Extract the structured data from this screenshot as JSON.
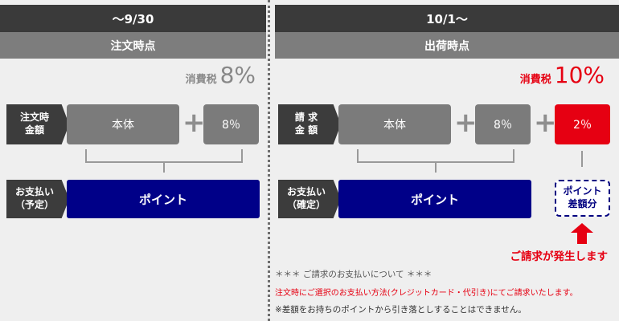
{
  "left": {
    "period": "～9/30",
    "basis": "注文時点",
    "tax_label": "消費税",
    "tax_rate": "8%",
    "amount_label_1": "注文時",
    "amount_label_2": "金額",
    "body_label": "本体",
    "tax_box": "8％",
    "payment_label_1": "お支払い",
    "payment_label_2": "（予定）",
    "points_label": "ポイント"
  },
  "right": {
    "period": "10/1～",
    "basis": "出荷時点",
    "tax_label": "消費税",
    "tax_rate": "10%",
    "amount_label_1": "請 求",
    "amount_label_2": "金 額",
    "body_label": "本体",
    "tax_box": "8％",
    "extra_box": "2％",
    "payment_label_1": "お支払い",
    "payment_label_2": "（確定）",
    "points_label": "ポイント",
    "diff_label_1": "ポイント",
    "diff_label_2": "差額分",
    "billed_text": "ご請求が発生します"
  },
  "notes": {
    "line1": "＊＊＊ ご請求のお支払いについて ＊＊＊",
    "line2": "注文時にご選択のお支払い方法(クレジットカード・代引き)にてご請求いたします。",
    "line3": "※差額をお持ちのポイントから引き落としすることはできません。"
  },
  "colors": {
    "accent_red": "#e60012",
    "points_blue": "#000088",
    "header_dark": "#3a3a3a",
    "header_mid": "#7d7d7d"
  }
}
